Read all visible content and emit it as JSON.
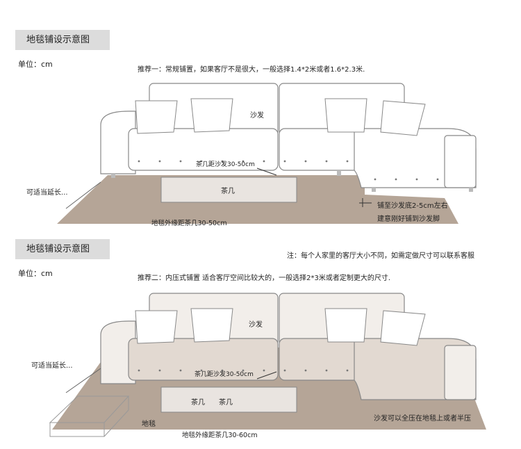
{
  "section1": {
    "title": "地毯铺设示意图",
    "unit": "单位：cm",
    "recommend": "推荐一：常规铺置，如果客厅不是很大，一般选择1.4*2米或者1.6*2.3米.",
    "sofa": "沙发",
    "table": "茶几",
    "extend": "可适当延长...",
    "dist_sofa": "茶几距沙发30-50cm",
    "dist_rug": "地毯外缘距茶几30-50cm",
    "under1": "铺至沙发底2-5cm左右",
    "under2": "建意刚好铺到沙发脚"
  },
  "section2": {
    "title": "地毯铺设示意图",
    "unit": "单位：cm",
    "note": "注：每个人家里的客厅大小不同，如需定做尺寸可以联系客服",
    "recommend": "推荐二：内压式铺置 适合客厅空间比较大的，一般选择2*3米或者定制更大的尺寸.",
    "sofa": "沙发",
    "table": "茶几　　茶几",
    "extend": "可适当延长...",
    "dist_sofa": "茶几距沙发30-50cm",
    "rug": "地毯",
    "dist_rug": "地毯外缘距茶几30-60cm",
    "press": "沙发可以全压在地毯上或者半压"
  },
  "colors": {
    "rug": "#b5a597",
    "rug_light": "#d6cbc2",
    "line": "#888888",
    "header_bg": "#dcdcdc"
  }
}
